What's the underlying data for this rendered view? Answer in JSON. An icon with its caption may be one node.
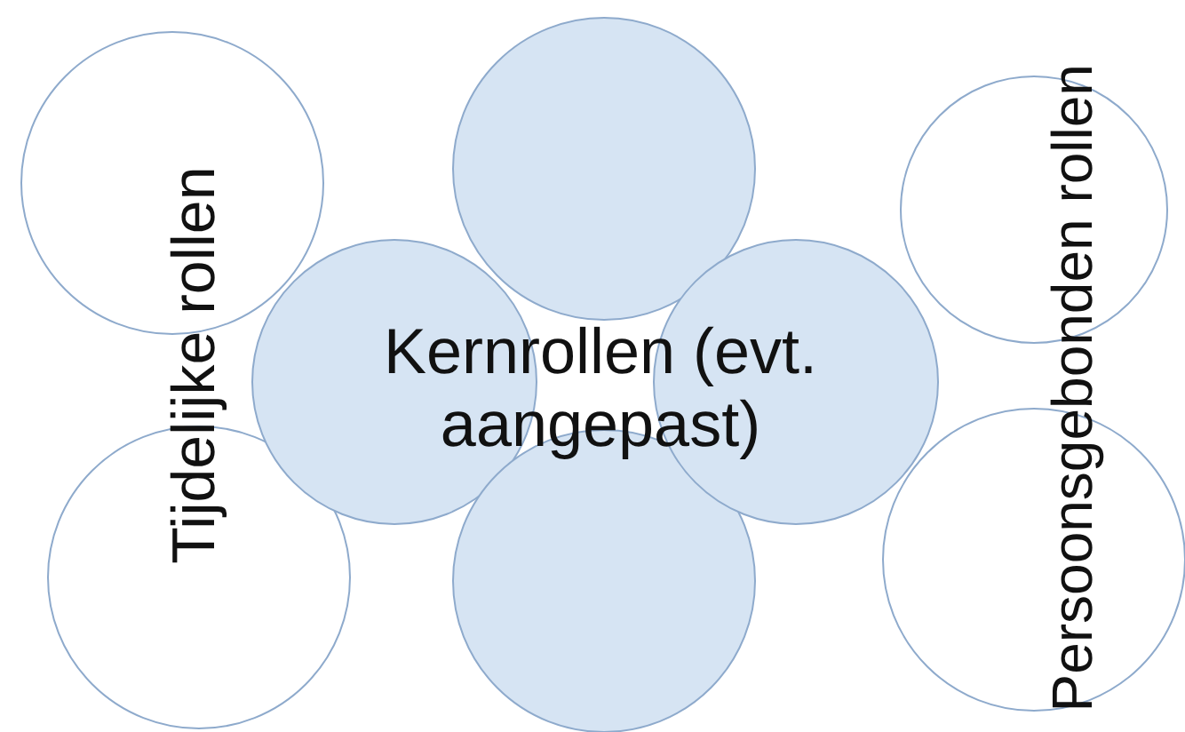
{
  "diagram": {
    "nodes": [
      {
        "text": [],
        "shape": "circle"
      },
      {
        "text": [],
        "shape": "circle"
      },
      {
        "text": [],
        "shape": "circle"
      },
      {
        "text": [],
        "shape": "circle"
      },
      {
        "text": [],
        "shape": "circle"
      },
      {
        "text": [],
        "shape": "circle"
      },
      {
        "text": [],
        "shape": "circle"
      },
      {
        "text": [],
        "shape": "circle"
      }
    ],
    "labels": [
      "Tijdelijke rollen",
      "Kernrollen (evt. aangepast)",
      "Persoonsgebonden rollen"
    ]
  }
}
